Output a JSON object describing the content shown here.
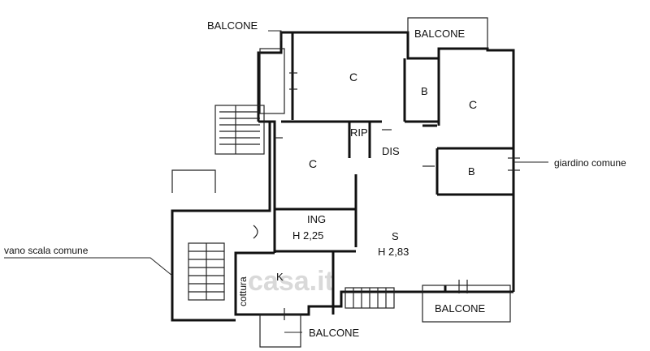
{
  "plan": {
    "rooms": {
      "balcone_top_left": "BALCONE",
      "balcone_top_right": "BALCONE",
      "camera_top": "C",
      "bagno_top": "B",
      "camera_right": "C",
      "ripostiglio": "RIP",
      "disimpegno": "DIS",
      "camera_left": "C",
      "bagno_right": "B",
      "ingresso": "ING",
      "ingresso_height": "H 2,25",
      "soggiorno": "S",
      "soggiorno_height": "H 2,83",
      "cucina": "K",
      "cottura": "cottura",
      "balcone_bottom_right": "BALCONE",
      "balcone_bottom": "BALCONE"
    },
    "external": {
      "giardino": "giardino comune",
      "vano_scala": "vano scala comune"
    },
    "watermark": "casa.it"
  }
}
